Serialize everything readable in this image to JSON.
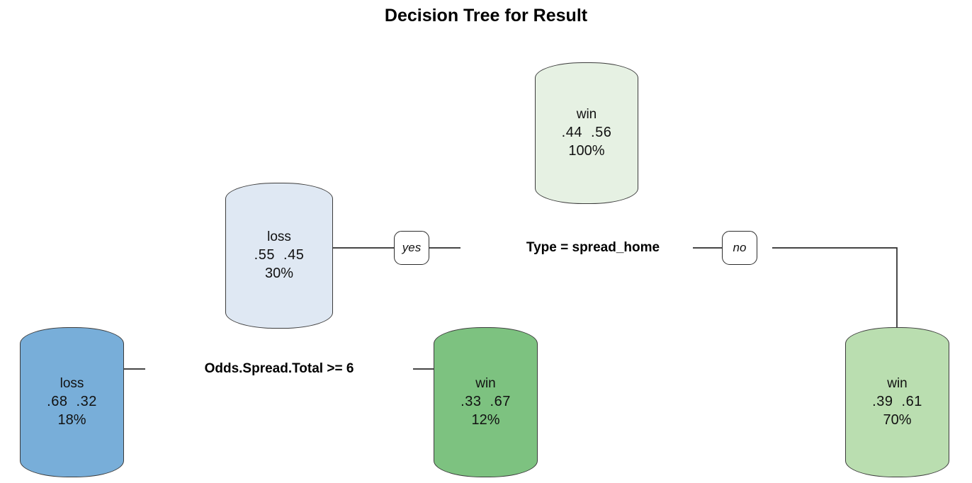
{
  "chart_data": {
    "type": "diagram",
    "title": "Decision Tree for Result",
    "subtype": "decision-tree",
    "class_levels": [
      "loss",
      "win"
    ],
    "nodes": [
      {
        "id": "root",
        "role": "root",
        "predicted_class": "win",
        "probs": ".44  .56",
        "prob_loss": 0.44,
        "prob_win": 0.56,
        "pct": "100%",
        "share": 1.0,
        "fill": "#e6f1e3"
      },
      {
        "id": "yes-branch-internal",
        "role": "internal",
        "predicted_class": "loss",
        "probs": ".55  .45",
        "prob_loss": 0.55,
        "prob_win": 0.45,
        "pct": "30%",
        "share": 0.3,
        "fill": "#dfe8f3"
      },
      {
        "id": "leaf-loss-18",
        "role": "leaf",
        "predicted_class": "loss",
        "probs": ".68  .32",
        "prob_loss": 0.68,
        "prob_win": 0.32,
        "pct": "18%",
        "share": 0.18,
        "fill": "#78aed9"
      },
      {
        "id": "leaf-win-12",
        "role": "leaf",
        "predicted_class": "win",
        "probs": ".33  .67",
        "prob_loss": 0.33,
        "prob_win": 0.67,
        "pct": "12%",
        "share": 0.12,
        "fill": "#7dc280"
      },
      {
        "id": "leaf-win-70",
        "role": "leaf",
        "predicted_class": "win",
        "probs": ".39  .61",
        "prob_loss": 0.39,
        "prob_win": 0.61,
        "pct": "70%",
        "share": 0.7,
        "fill": "#badeb0"
      }
    ],
    "splits": [
      {
        "id": "split-type",
        "condition": "Type = spread_home",
        "yes_label": "yes",
        "no_label": "no"
      },
      {
        "id": "split-odds",
        "condition": "Odds.Spread.Total >= 6",
        "yes_label": "yes",
        "no_label": "no"
      }
    ]
  },
  "title": "Decision Tree for Result",
  "root_node": {
    "class": "win",
    "probs": ".44  .56",
    "pct": "100%"
  },
  "internal_node": {
    "class": "loss",
    "probs": ".55  .45",
    "pct": "30%"
  },
  "leaf_loss": {
    "class": "loss",
    "probs": ".68  .32",
    "pct": "18%"
  },
  "leaf_win_small": {
    "class": "win",
    "probs": ".33  .67",
    "pct": "12%"
  },
  "leaf_win_large": {
    "class": "win",
    "probs": ".39  .61",
    "pct": "70%"
  },
  "split_top": {
    "condition": "Type = spread_home",
    "yes_label": "yes",
    "no_label": "no"
  },
  "split_second": {
    "condition": "Odds.Spread.Total >= 6"
  },
  "colors": {
    "root_fill": "#e6f1e3",
    "internal_fill": "#dfe8f3",
    "leaf_loss_fill": "#78aed9",
    "leaf_win_small_fill": "#7dc280",
    "leaf_win_large_fill": "#badeb0",
    "node_stroke": "#3b3b3b",
    "edge_stroke": "#2b2b2b",
    "text": "#111111"
  }
}
